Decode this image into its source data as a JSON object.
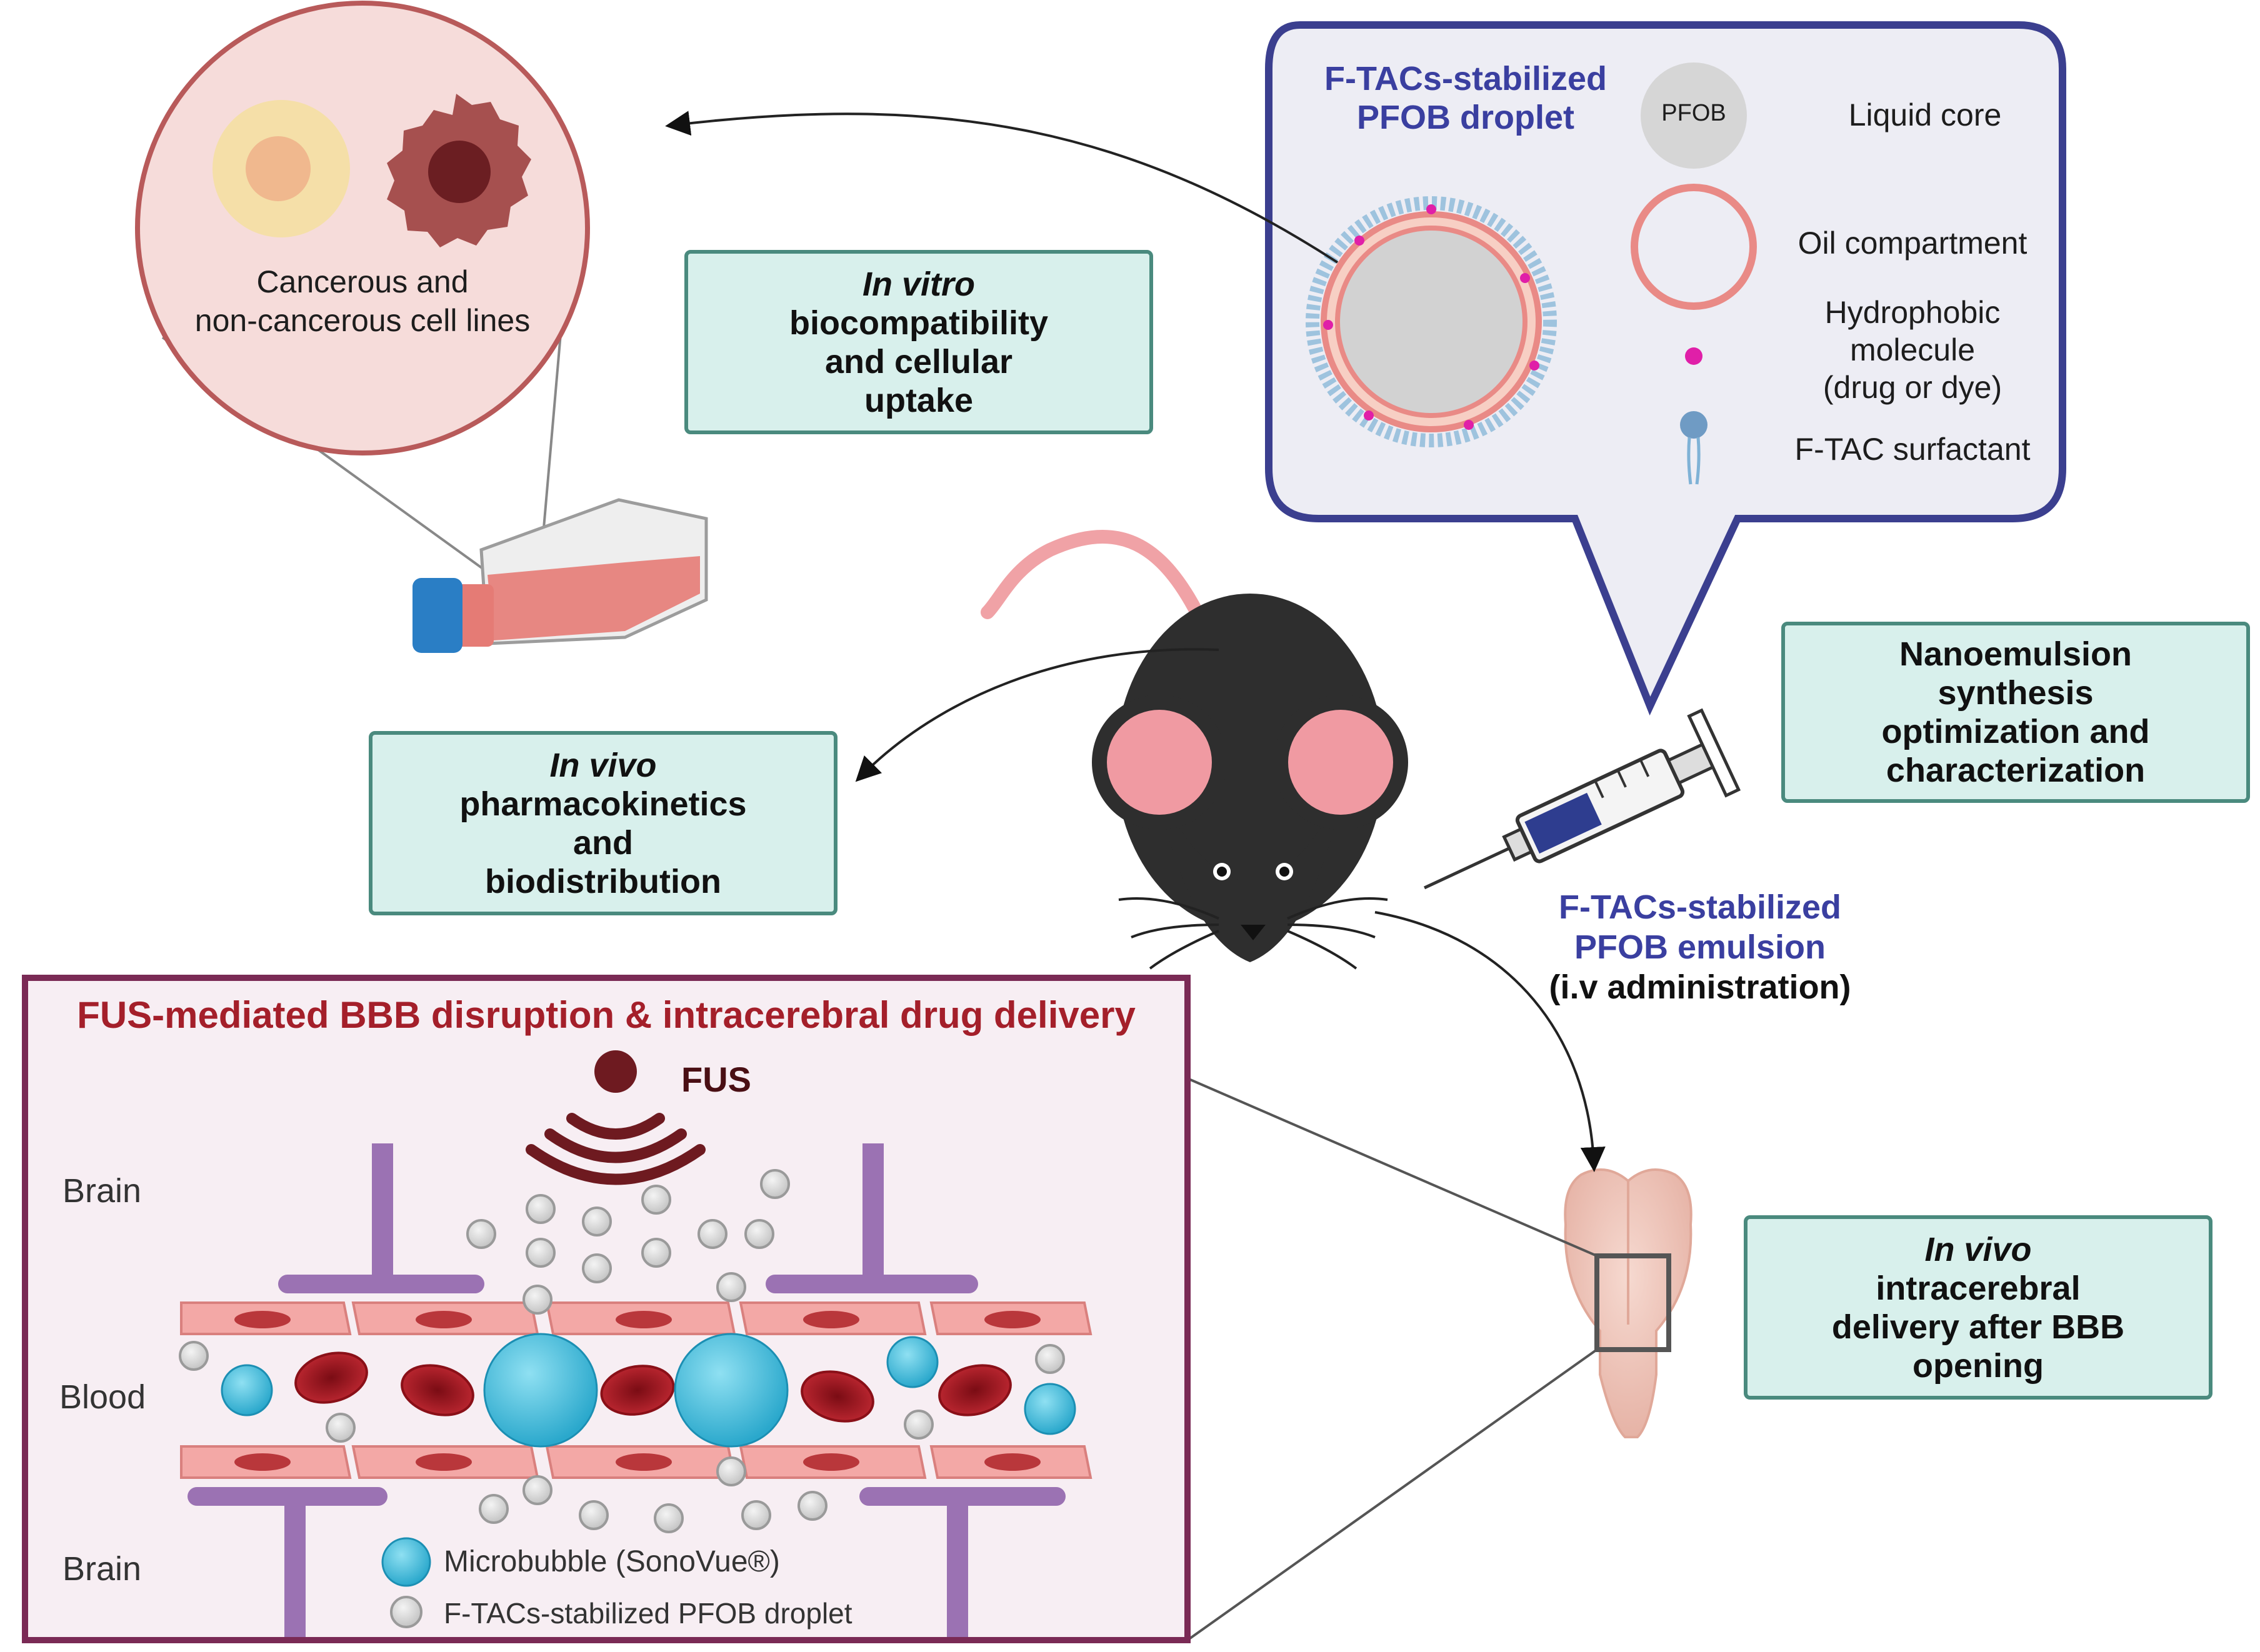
{
  "droplet_panel": {
    "title_line1": "F-TACs-stabilized",
    "title_line2": "PFOB droplet",
    "pfob_label": "PFOB",
    "legend": {
      "liquid_core": "Liquid core",
      "oil_compartment": "Oil compartment",
      "hydrophobic_line1": "Hydrophobic",
      "hydrophobic_line2": "molecule",
      "hydrophobic_line3": "(drug or dye)",
      "surfactant": "F-TAC surfactant"
    }
  },
  "cells": {
    "caption_line1": "Cancerous and",
    "caption_line2": "non-cancerous cell lines"
  },
  "boxes": {
    "in_vitro": {
      "italic": "In vitro",
      "line2": "biocompatibility",
      "line3": "and cellular",
      "line4": "uptake"
    },
    "nanoemulsion": {
      "line1": "Nanoemulsion",
      "line2": "synthesis",
      "line3": "optimization and",
      "line4": "characterization"
    },
    "in_vivo_pk": {
      "italic": "In vivo",
      "line2": "pharmacokinetics",
      "line3": "and",
      "line4": "biodistribution"
    },
    "in_vivo_delivery": {
      "italic": "In vivo",
      "line2": "intracerebral",
      "line3": "delivery after BBB",
      "line4": "opening"
    }
  },
  "emulsion_label": {
    "line1": "F-TACs-stabilized",
    "line2": "PFOB emulsion",
    "line3": "(i.v administration)"
  },
  "fus_panel": {
    "title": "FUS-mediated BBB disruption & intracerebral drug delivery",
    "fus_label": "FUS",
    "brain_top": "Brain",
    "blood": "Blood",
    "brain_bottom": "Brain",
    "legend_microbubble": "Microbubble (SonoVue®)",
    "legend_droplet": "F-TACs-stabilized PFOB droplet"
  },
  "colors": {
    "box_fill": "#d8f0ec",
    "box_border": "#4a8a7e",
    "panel_border": "#3b3f8f",
    "panel_fill": "#ededf4",
    "fus_border": "#7a2a55",
    "fus_title": "#a41f2a",
    "blue_text": "#3a3fa0"
  }
}
